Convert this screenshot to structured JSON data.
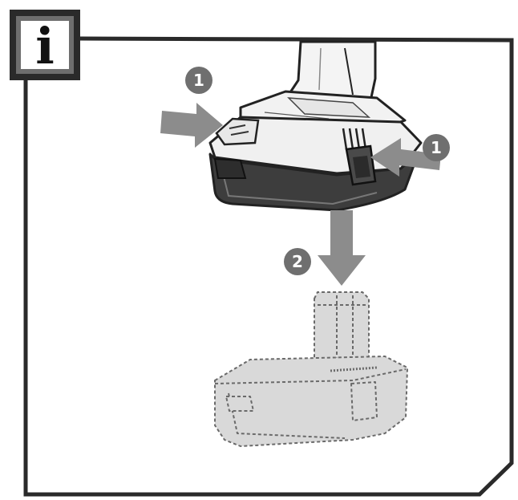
{
  "info_badge": {
    "label": "i"
  },
  "steps": [
    {
      "label": "1"
    },
    {
      "label": "1"
    },
    {
      "label": "2"
    }
  ],
  "colors": {
    "frame": "#2a2a2a",
    "badge_bg": "#6e6e6e",
    "step_badge": "#6f6f6f",
    "arrow": "#8c8c8c",
    "tool_dark": "#3d3d3d",
    "tool_light": "#f2f2f2",
    "battery_ghost": "#d9d9d9"
  },
  "icons": [
    "info-icon",
    "press-arrow-icon",
    "pull-down-arrow-icon"
  ]
}
